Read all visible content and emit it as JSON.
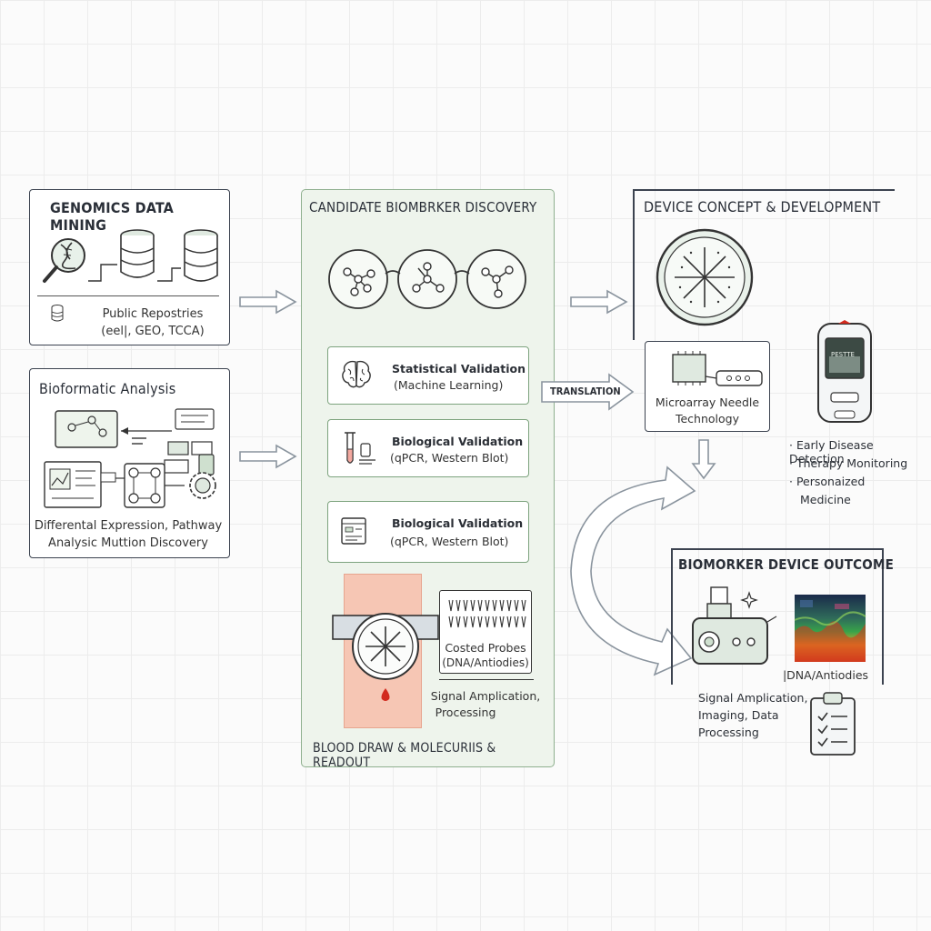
{
  "genomics": {
    "title": "GENOMICS DATA MINING",
    "caption_line1": "Public Repostries",
    "caption_line2": "(eel|, GEO, TCCA)"
  },
  "bioinformatic": {
    "title": "Bioformatic Analysis",
    "caption_line1": "Differental Expression, Pathway",
    "caption_line2": "Analysic Muttion Discovery"
  },
  "candidate": {
    "title": "CANDIDATE BIOMBRKER DISCOVERY",
    "cards": [
      {
        "title": "Statistical Validation",
        "sub": "(Machine Learning)"
      },
      {
        "title": "Biological Validation",
        "sub": "(qPCR, Western Blot)"
      },
      {
        "title": "Biological Validation",
        "sub": "(qPCR, Western Blot)"
      }
    ],
    "probe_line1": "Costed Probes",
    "probe_line2": "(DNA/Antiodies)",
    "signal_line1": "Signal Amplication,",
    "signal_line2": "Processing",
    "bottom_title": "BLOOD DRAW & MOLECURIIS & READOUT"
  },
  "translation_label": "TRANSLATION",
  "device": {
    "title": "DEVICE CONCEPT & DEVELOPMENT",
    "needle_line1": "Microarray Needle",
    "needle_line2": "Technology",
    "meter_label": "PESTTE"
  },
  "applications": {
    "items": [
      "Early Disease Detection",
      "Therapy Monitoring",
      "Personaized",
      "Medicine"
    ]
  },
  "outcome": {
    "title": "BIOMORKER DEVICE OUTCOME",
    "heatmap_caption": "|DNA/Antiodies",
    "signal_line1": "Signal Amplication,",
    "signal_line2": "Imaging, Data",
    "signal_line3": "Processing"
  },
  "colors": {
    "green_panel": "#eef4ec",
    "green_border": "#8fb08f",
    "blood_pad": "#f6c6b4",
    "blood_drop": "#d22a1e",
    "arrow": "#9aa4ad"
  }
}
